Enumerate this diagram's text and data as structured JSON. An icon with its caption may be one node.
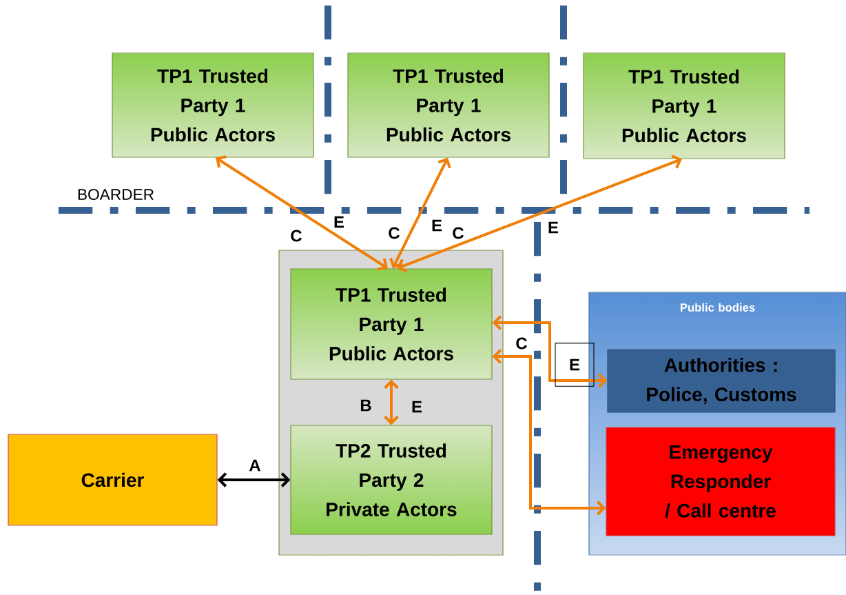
{
  "diagram": {
    "nodes": [
      {
        "text": [
          "TP1 Trusted Party 1 Public Actors"
        ]
      },
      {
        "text": [
          "TP1 Trusted Party 1 Public Actors"
        ]
      },
      {
        "text": [
          "TP1 Trusted Party 1 Public Actors"
        ]
      },
      {
        "text": [],
        "shape": "box"
      },
      {
        "text": [
          "TP1 Trusted Party 1 Public Actors"
        ],
        "in": 3
      },
      {
        "text": [
          "TP2 Trusted Party 2 Private Actors"
        ],
        "in": 3
      },
      {
        "text": [
          "Carrier"
        ]
      },
      {
        "text": [
          "Public bodies"
        ]
      },
      {
        "text": [
          "Authorities : Police, Customs"
        ],
        "in": 7
      },
      {
        "text": [
          "Emergency Responder / Call centre"
        ],
        "in": 7
      }
    ],
    "edges": [
      {
        "from": 0,
        "to": 4,
        "arrow": "both"
      },
      {
        "from": 1,
        "to": 4,
        "arrow": "both"
      },
      {
        "from": 2,
        "to": 4,
        "arrow": "both"
      },
      {
        "from": 4,
        "to": 5,
        "arrow": "both"
      },
      {
        "from": 6,
        "to": 5,
        "arrow": "both",
        "color": "#000000"
      },
      {
        "from": 4,
        "to": 8,
        "arrow": "both"
      },
      {
        "from": 4,
        "to": 9,
        "arrow": "both"
      }
    ],
    "labels": [
      "BOARDER",
      "C",
      "E",
      "C",
      "E",
      "C",
      "E",
      "C",
      "E",
      "B",
      "E",
      "A"
    ]
  }
}
